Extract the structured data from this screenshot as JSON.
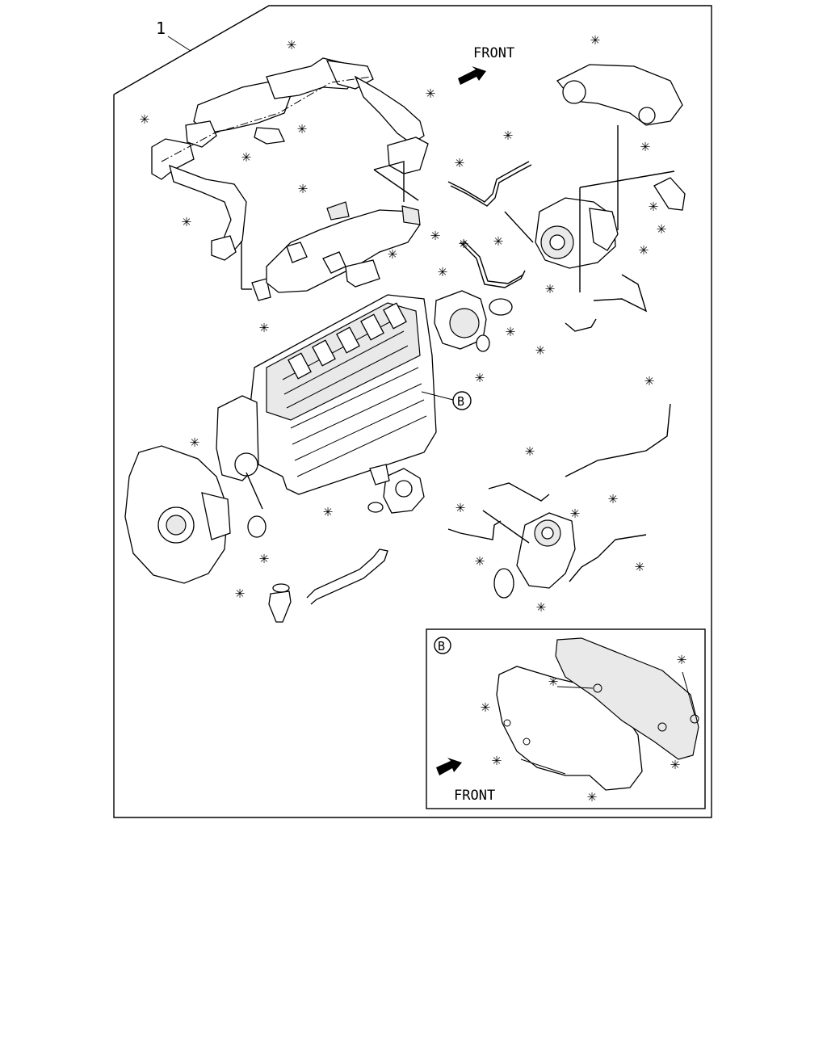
{
  "diagram": {
    "item_number": "1",
    "front_label_main": "FRONT",
    "front_label_detail": "FRONT",
    "callout_main": "B",
    "callout_detail": "B",
    "kit_part_symbol": "✳"
  }
}
